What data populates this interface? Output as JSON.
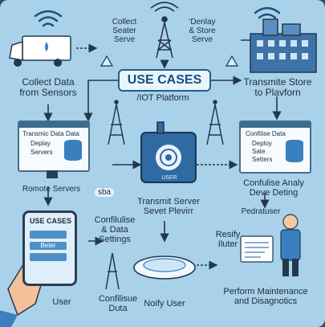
{
  "title": "USE CASES",
  "subtitle": "/IOT Platform",
  "labels": {
    "collect_data": "Collect Data\nfrom Sensors",
    "collect_seater": "Collect\nSeater\nServe",
    "denlay": "'Denlay\n& Store\nServe",
    "transmite_store": "Transmite Store\nto Plavforn",
    "remote_servers": "Romote Servers",
    "transmit_server": "Transmit Server\nSevet Plevirr",
    "confilise_analy": "Confulise Analy\nDeve Deting",
    "confilise_data_settings": "Confilulise\n& Data\nSettings",
    "resify": "Resify\nIluter",
    "user": "User",
    "confilise_duta": "Confilisue\nDuta",
    "noify_user": "Noify User",
    "perform": "Perform Maintenance\nand Disagnotics",
    "sbc": "sba",
    "pedraduser": "Pedratuser",
    "usr_badge": "USER"
  },
  "left_panel": {
    "line1": "Transmic Data Data",
    "items": [
      "Deplay",
      "Servers"
    ]
  },
  "right_panel": {
    "line1": "Confilise Data",
    "items": [
      "Deploy",
      "Sate",
      "Setters"
    ]
  },
  "phone": {
    "title": "USE CASES",
    "buttons": [
      "",
      "Beter",
      ""
    ]
  },
  "colors": {
    "bg": "#a9d2ea",
    "dark": "#24384c",
    "blue": "#3a7fbf",
    "accent": "#14507f"
  }
}
